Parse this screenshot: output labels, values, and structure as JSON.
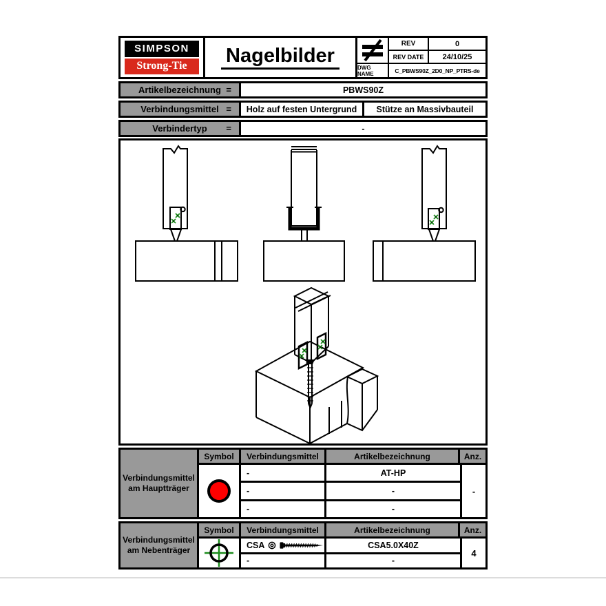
{
  "colors": {
    "brand_red": "#d9291c",
    "cell_gray": "#999999",
    "symbol_red": "#ff0000",
    "screw_green": "#1c8c1c",
    "line_black": "#000000"
  },
  "header": {
    "logo_line1": "SIMPSON",
    "logo_line2": "Strong-Tie",
    "title": "Nagelbilder",
    "rev_label": "REV",
    "rev_value": "0",
    "rev_date_label": "REV DATE",
    "rev_date_value": "24/10/25",
    "dwg_name_label": "DWG NAME",
    "dwg_name_value": "C_PBWS90Z_2D0_NP_PTRS-de"
  },
  "info_rows": [
    {
      "label": "Artikelbezeichnung",
      "eq": "=",
      "values": [
        "PBWS90Z"
      ]
    },
    {
      "label": "Verbindungsmittel",
      "eq": "=",
      "values": [
        "Holz auf festen Untergrund",
        "Stütze an Massivbauteil"
      ]
    },
    {
      "label": "Verbindertyp",
      "eq": "=",
      "values": [
        "-"
      ]
    }
  ],
  "tables": [
    {
      "row_label": "Verbindungsmittel am Hauptträger",
      "headers": [
        "Symbol",
        "Verbindungsmittel",
        "Artikelbezeichnung",
        "Anz."
      ],
      "symbol": "red-circle",
      "rows": [
        {
          "verbindungsmittel": "-",
          "artikelbezeichnung": "AT-HP"
        },
        {
          "verbindungsmittel": "-",
          "artikelbezeichnung": "-"
        },
        {
          "verbindungsmittel": "-",
          "artikelbezeichnung": "-"
        }
      ],
      "anz": "-"
    },
    {
      "row_label": "Verbindungsmittel am Nebenträger",
      "headers": [
        "Symbol",
        "Verbindungsmittel",
        "Artikelbezeichnung",
        "Anz."
      ],
      "symbol": "crosshair",
      "rows": [
        {
          "verbindungsmittel": "CSA",
          "artikelbezeichnung": "CSA5.0X40Z"
        },
        {
          "verbindungsmittel": "-",
          "artikelbezeichnung": "-"
        }
      ],
      "anz": "4"
    }
  ]
}
